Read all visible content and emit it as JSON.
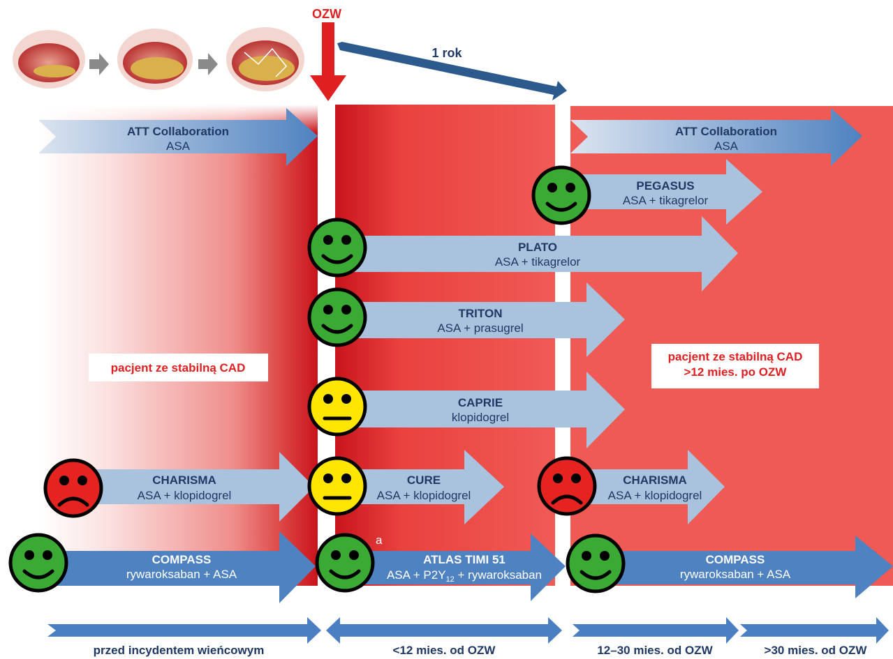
{
  "header": {
    "ozw_label": "OZW",
    "one_year_label": "1 rok"
  },
  "colors": {
    "red_zone": "#f05a55",
    "dark_red": "#c8141c",
    "light_arrow": "#a9c3df",
    "dark_arrow": "#4f82c0",
    "bottom_arrow": "#4a7fc1",
    "smile_green": "#3aaa35",
    "smile_yellow": "#ffe600",
    "smile_red": "#e52421"
  },
  "trials": {
    "att_left": {
      "name": "ATT Collaboration",
      "drug": "ASA"
    },
    "att_right": {
      "name": "ATT Collaboration",
      "drug": "ASA"
    },
    "pegasus": {
      "name": "PEGASUS",
      "drug": "ASA + tikagrelor",
      "outcome": "positive"
    },
    "plato": {
      "name": "PLATO",
      "drug": "ASA + tikagrelor",
      "outcome": "positive"
    },
    "triton": {
      "name": "TRITON",
      "drug": "ASA + prasugrel",
      "outcome": "positive"
    },
    "caprie": {
      "name": "CAPRIE",
      "drug": "klopidogrel",
      "outcome": "neutral"
    },
    "charisma_left": {
      "name": "CHARISMA",
      "drug": "ASA + klopidogrel",
      "outcome": "negative"
    },
    "cure": {
      "name": "CURE",
      "drug": "ASA + klopidogrel",
      "outcome": "neutral"
    },
    "charisma_right": {
      "name": "CHARISMA",
      "drug": "ASA + klopidogrel",
      "outcome": "negative"
    },
    "compass_left": {
      "name": "COMPASS",
      "drug": "rywaroksaban + ASA",
      "outcome": "positive"
    },
    "atlas": {
      "name": "ATLAS TIMI 51",
      "drug_pre": "ASA + P2Y",
      "drug_sub": "12",
      "drug_post": " + rywaroksaban",
      "footnote": "a",
      "outcome": "positive"
    },
    "compass_right": {
      "name": "COMPASS",
      "drug": "rywaroksaban + ASA",
      "outcome": "positive"
    }
  },
  "boxes": {
    "left_patient": "pacjent ze stabilną CAD",
    "right_patient_line1": "pacjent ze stabilną CAD",
    "right_patient_line2": ">12 mies. po OZW"
  },
  "periods": {
    "p1": "przed incydentem wieńcowym",
    "p2": "<12 mies. od OZW",
    "p3": "12–30 mies. od OZW",
    "p4": ">30 mies. od OZW"
  }
}
